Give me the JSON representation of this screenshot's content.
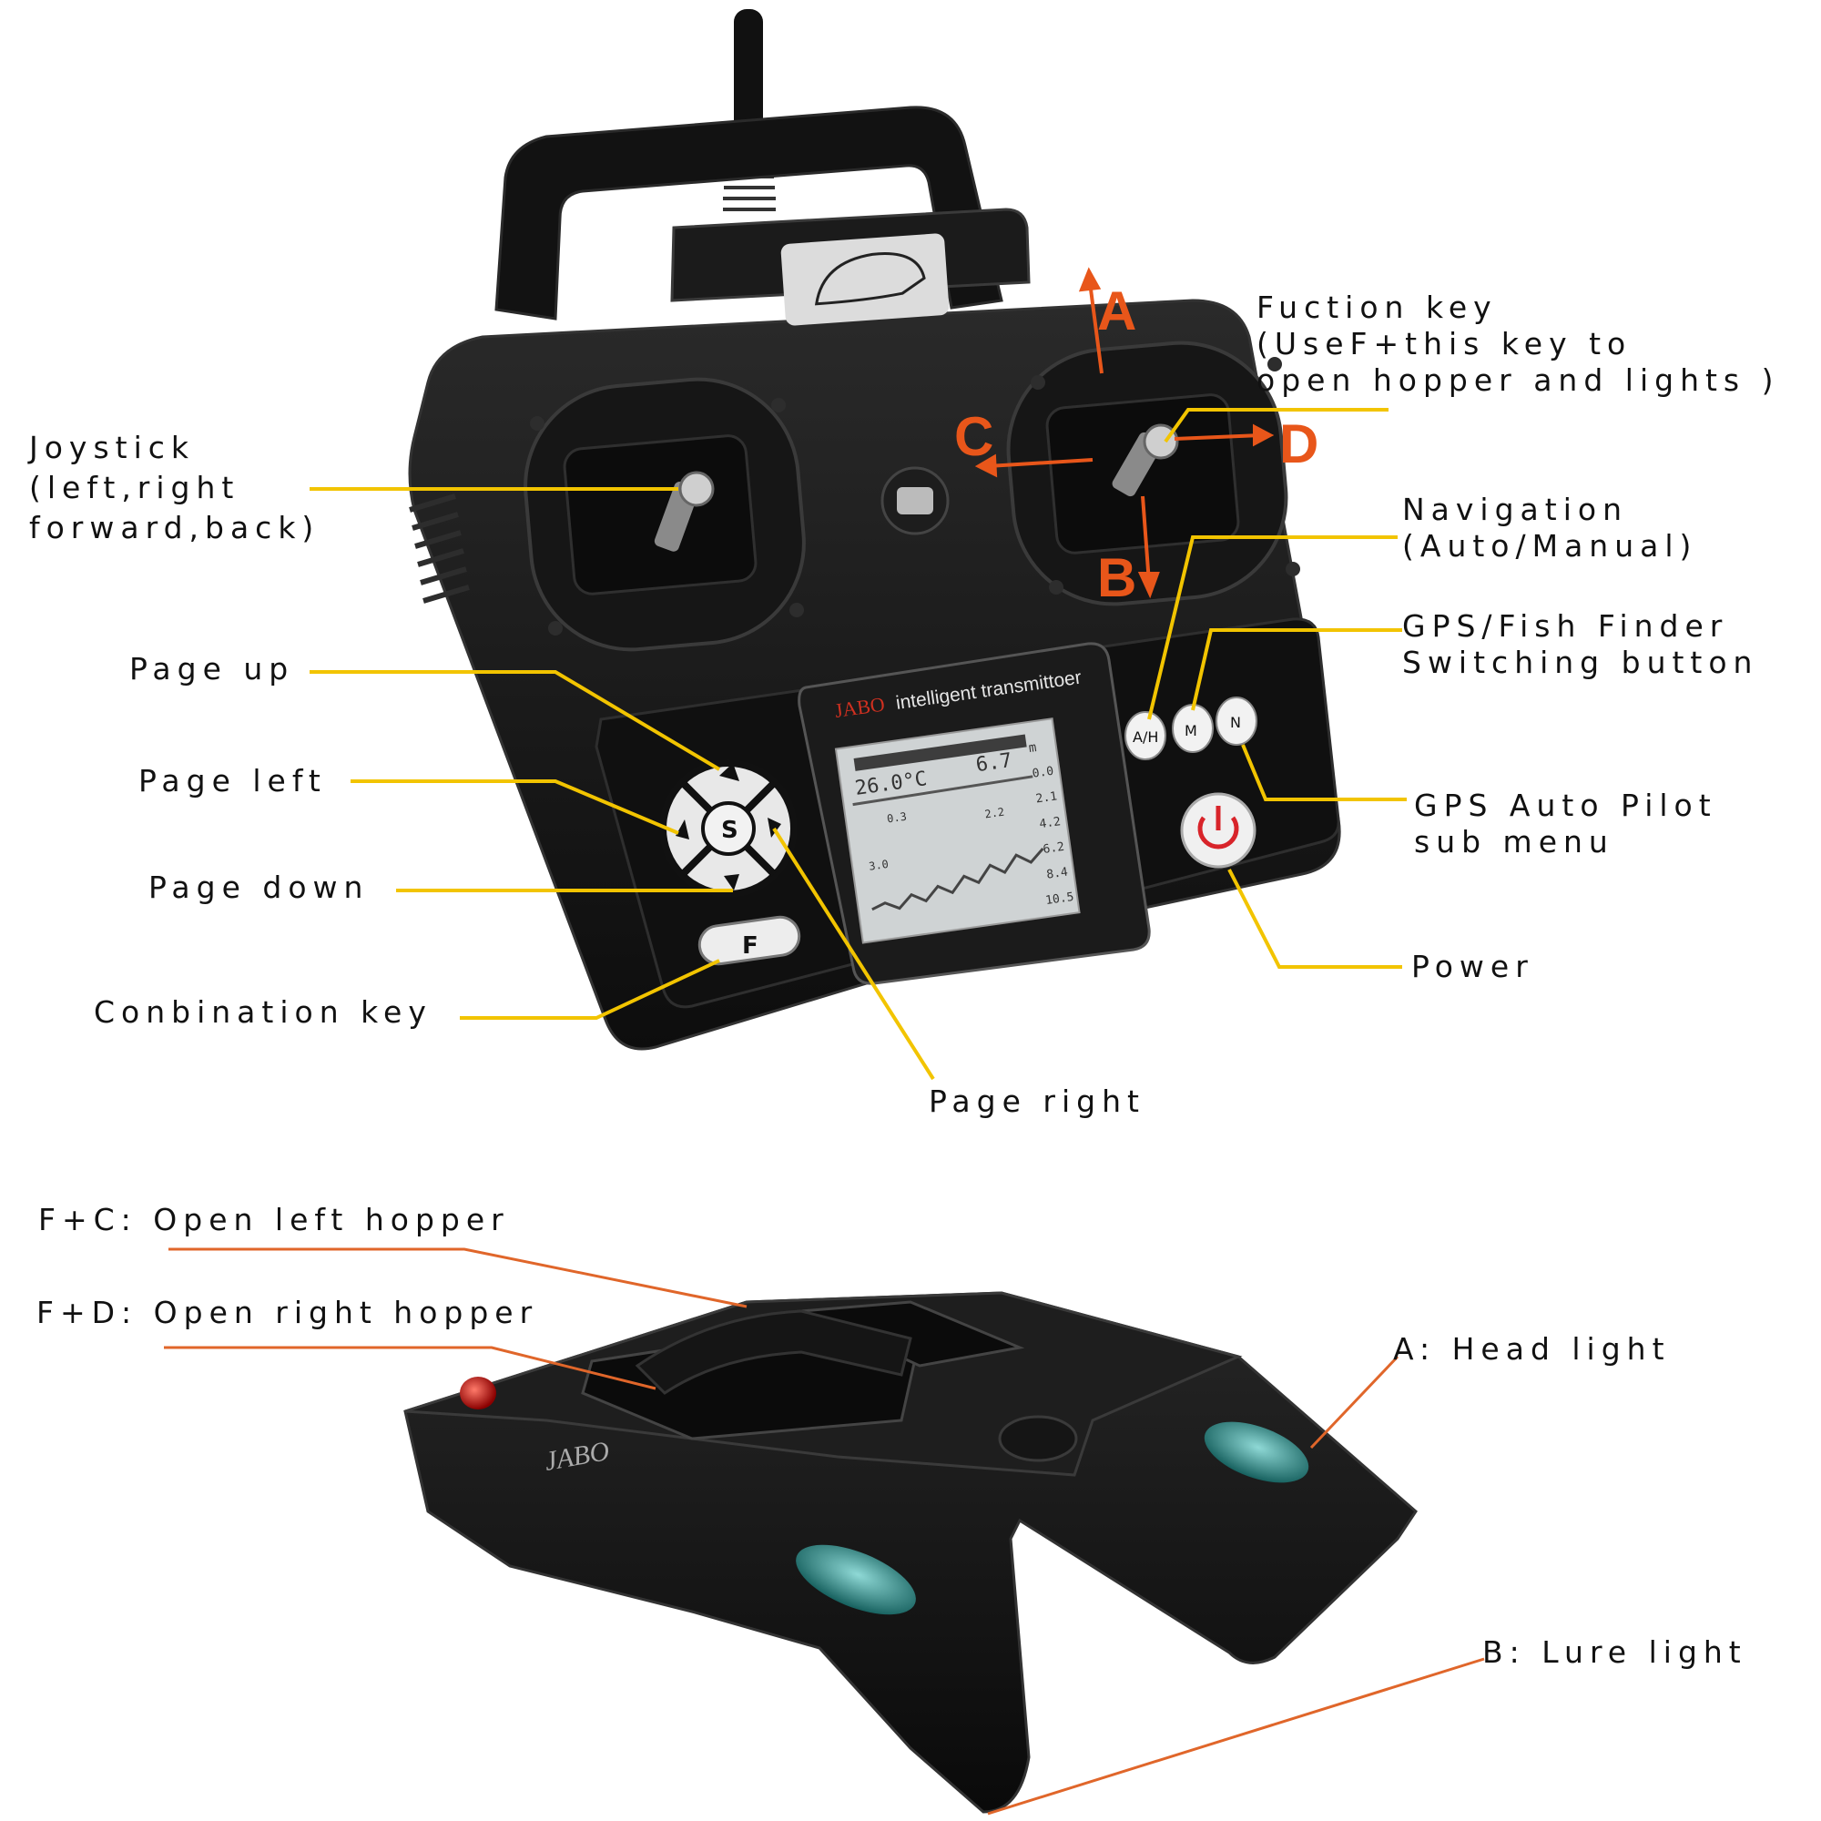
{
  "colors": {
    "callout_yellow": "#f2c400",
    "callout_orange": "#e0662a",
    "arrow_orange": "#e8561a",
    "body_black": "#141414",
    "lcd_bg": "#cfd3d4"
  },
  "transmitter": {
    "brand": "JABO",
    "model_text": "intelligent transmittoer",
    "buttons": {
      "s": "S",
      "f": "F",
      "ah": "A/H",
      "m": "M",
      "n": "N"
    },
    "lcd": {
      "temperature": "26.0°C",
      "depth": "6.7",
      "depth_unit": "m",
      "scale": [
        "0.0",
        "2.1",
        "4.2",
        "6.2",
        "8.4",
        "10.5"
      ],
      "fish_depth_1": "0.3",
      "fish_depth_2": "2.2",
      "fish_depth_3": "3.0"
    },
    "stick_directions": {
      "a": "A",
      "b": "B",
      "c": "C",
      "d": "D"
    }
  },
  "labels": {
    "joystick": "Joystick\n(left,right\nforward,back)",
    "function_key": "Fuction key\n(UseF+this key to\nopen hopper and lights )",
    "navigation": "Navigation\n(Auto/Manual)",
    "gps_switch": "GPS/Fish Finder\nSwitching button",
    "page_up": "Page up",
    "page_left": "Page left",
    "page_down": "Page down",
    "combination_key": "Conbination key",
    "page_right": "Page right",
    "autopilot": "GPS Auto Pilot\nsub menu",
    "power": "Power",
    "left_hopper": "F+C: Open left hopper",
    "right_hopper": "F+D: Open right hopper",
    "head_light": "A: Head light",
    "lure_light": "B: Lure light"
  },
  "boat": {
    "logo": "JABO"
  }
}
